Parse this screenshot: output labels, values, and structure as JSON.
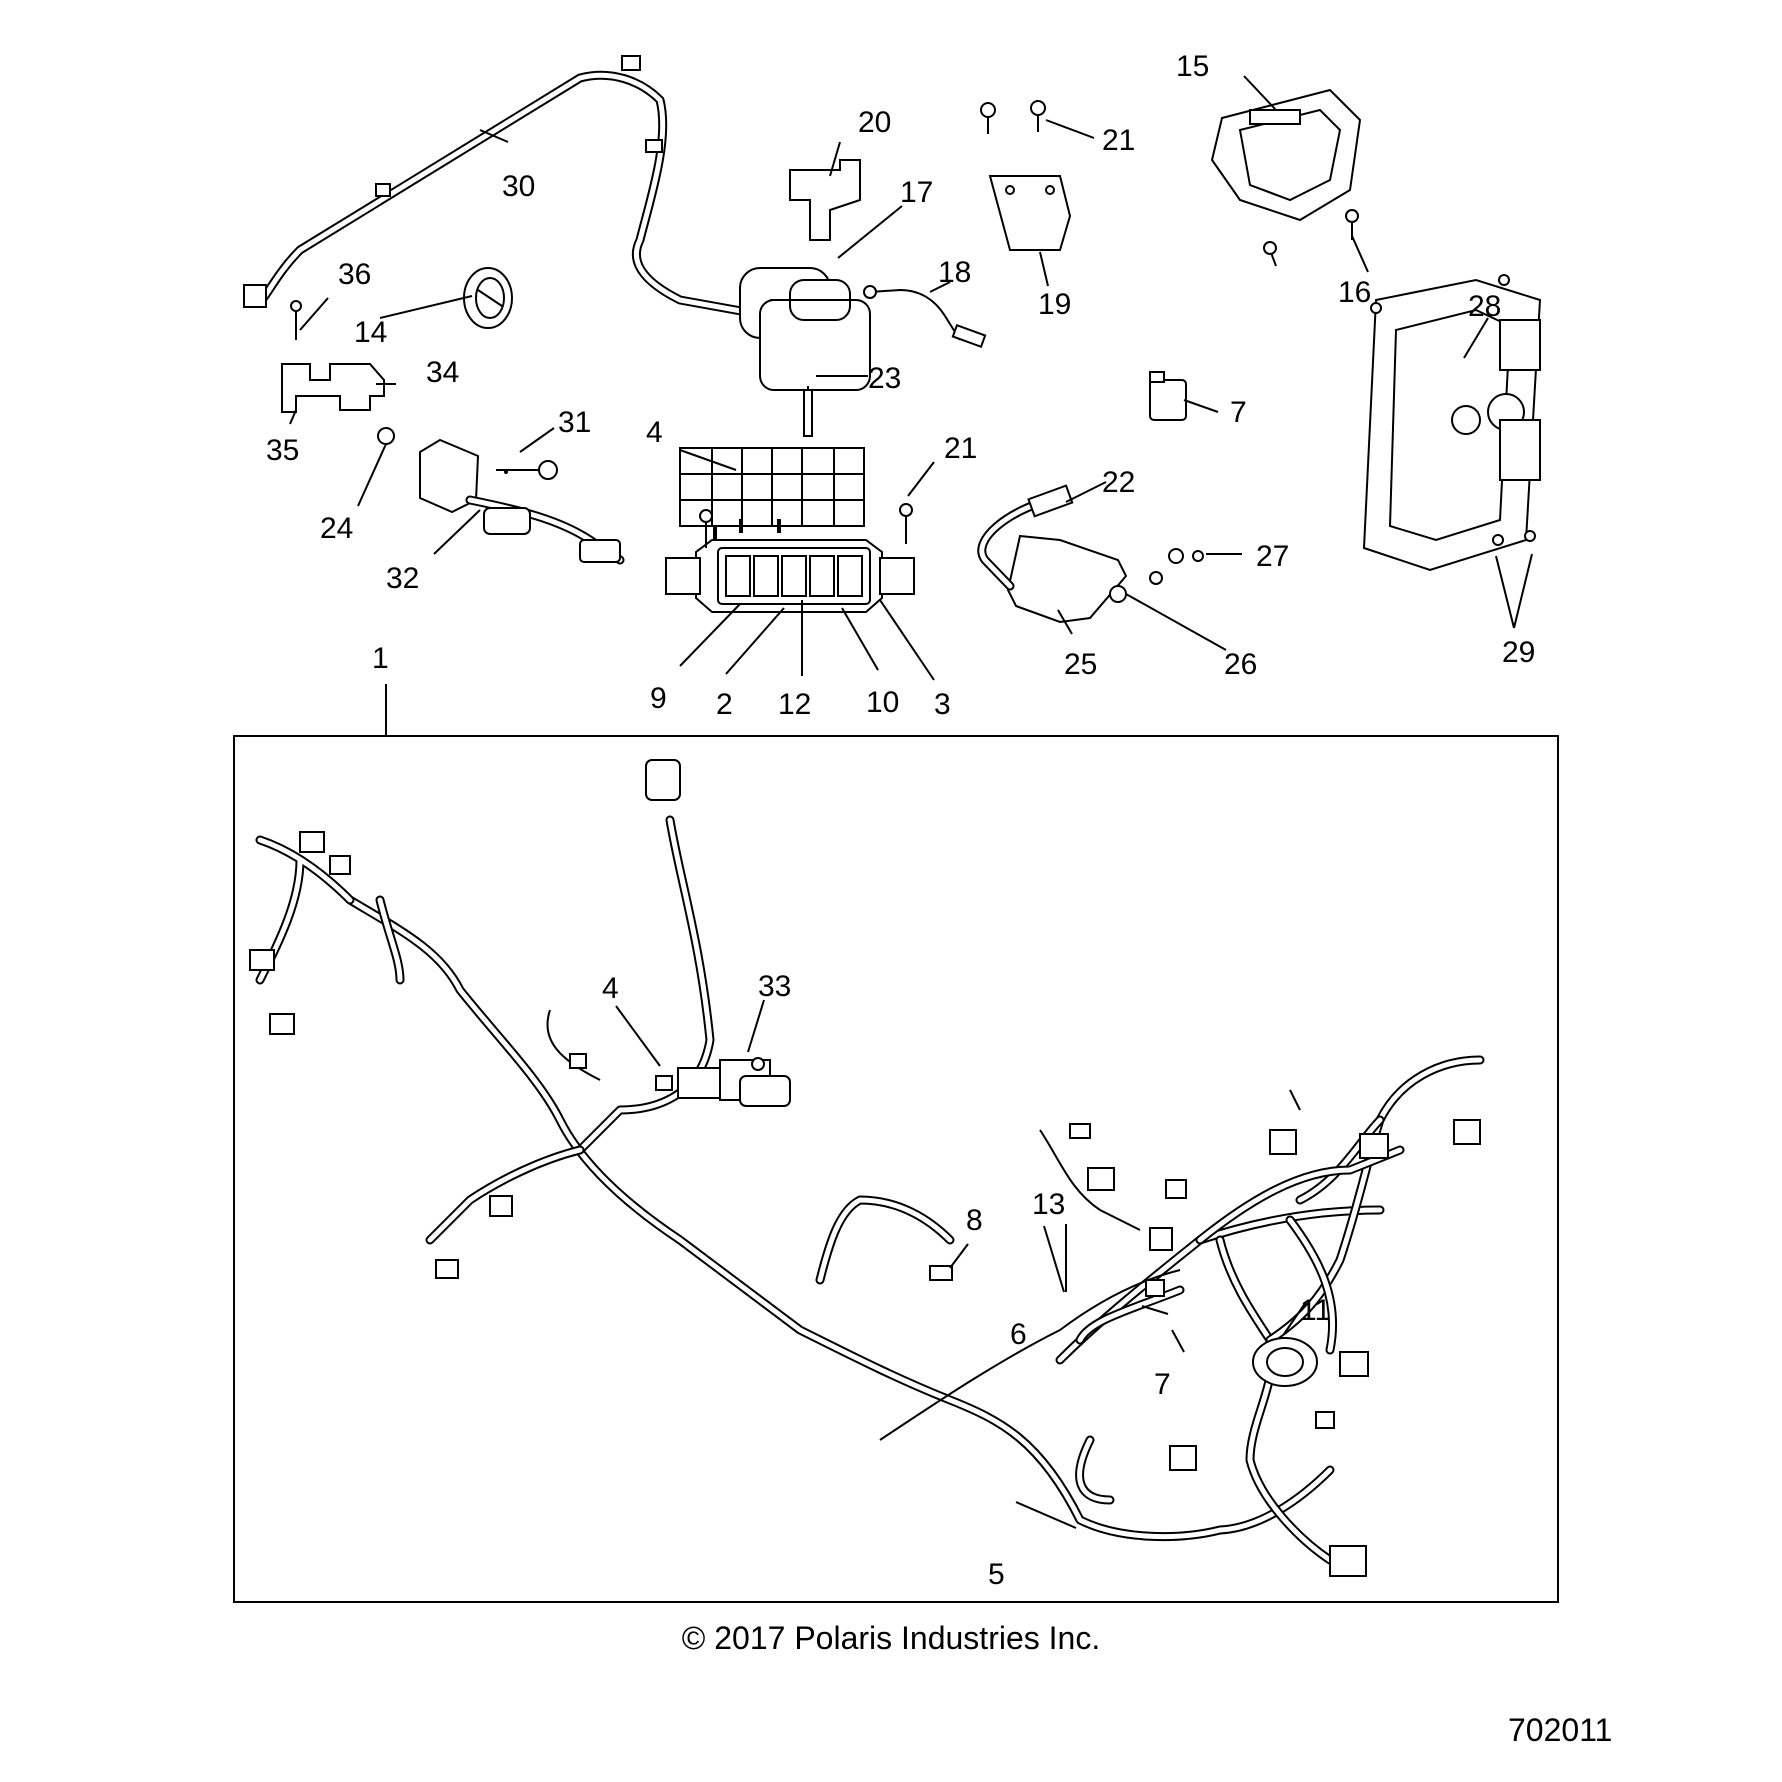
{
  "diagram": {
    "callouts": {
      "c1": "1",
      "c2": "2",
      "c3": "3",
      "c4a": "4",
      "c4b": "4",
      "c5": "5",
      "c6": "6",
      "c7a": "7",
      "c7b": "7",
      "c8": "8",
      "c9": "9",
      "c10": "10",
      "c11": "11",
      "c12": "12",
      "c13": "13",
      "c14": "14",
      "c15": "15",
      "c16": "16",
      "c17": "17",
      "c18": "18",
      "c19": "19",
      "c20": "20",
      "c21a": "21",
      "c21b": "21",
      "c22": "22",
      "c23": "23",
      "c24": "24",
      "c25": "25",
      "c26": "26",
      "c27": "27",
      "c28": "28",
      "c29": "29",
      "c30": "30",
      "c31": "31",
      "c32": "32",
      "c33": "33",
      "c34": "34",
      "c35": "35",
      "c36": "36"
    },
    "copyright": "© 2017 Polaris Industries Inc.",
    "figure_id": "702011"
  }
}
